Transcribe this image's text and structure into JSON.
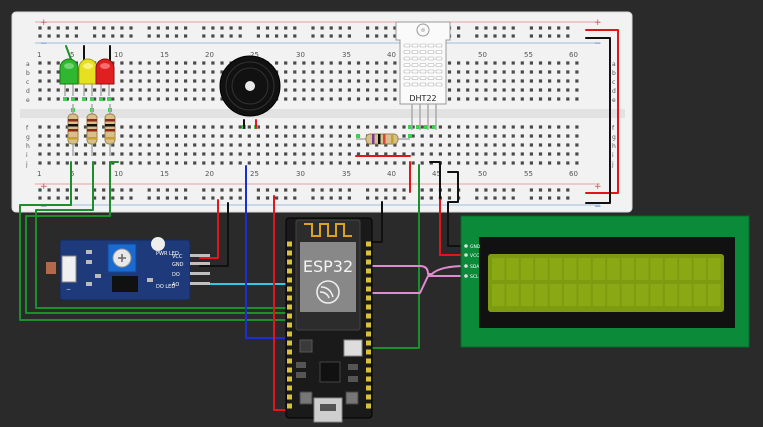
{
  "breadboard": {
    "rail_plus": "+",
    "rail_minus": "−",
    "columns": [
      "1",
      "5",
      "10",
      "15",
      "20",
      "25",
      "30",
      "35",
      "40",
      "45",
      "50",
      "55",
      "60"
    ],
    "rows_top": [
      "a",
      "b",
      "c",
      "d",
      "e"
    ],
    "rows_bottom": [
      "f",
      "g",
      "h",
      "i",
      "j"
    ]
  },
  "components": {
    "dht22": {
      "label": "DHT22"
    },
    "esp32": {
      "label": "ESP32"
    },
    "ldr_module": {
      "left_pins": [
        "+",
        "−"
      ],
      "labels": [
        "PWR LED",
        "DO LED"
      ],
      "pins": [
        "VCC",
        "GND",
        "DO",
        "AO"
      ]
    },
    "lcd": {
      "pins": [
        "GND",
        "VCC",
        "SDA",
        "SCL"
      ]
    },
    "leds": [
      "green",
      "yellow",
      "red"
    ]
  },
  "colors": {
    "background": "#2a2a2a",
    "breadboard": "#f2f2f2",
    "esp32_board": "#1a1a1a",
    "lcd_pcb": "#0b8a3a",
    "lcd_screen": "#7d9a10",
    "ldr_pcb": "#1f3a7a",
    "wire_red": "#e0161a",
    "wire_black": "#111111",
    "wire_green": "#1a8f2a",
    "wire_blue": "#1a2fd0",
    "wire_pink": "#e08ad0",
    "wire_cyan": "#33c8e8"
  }
}
